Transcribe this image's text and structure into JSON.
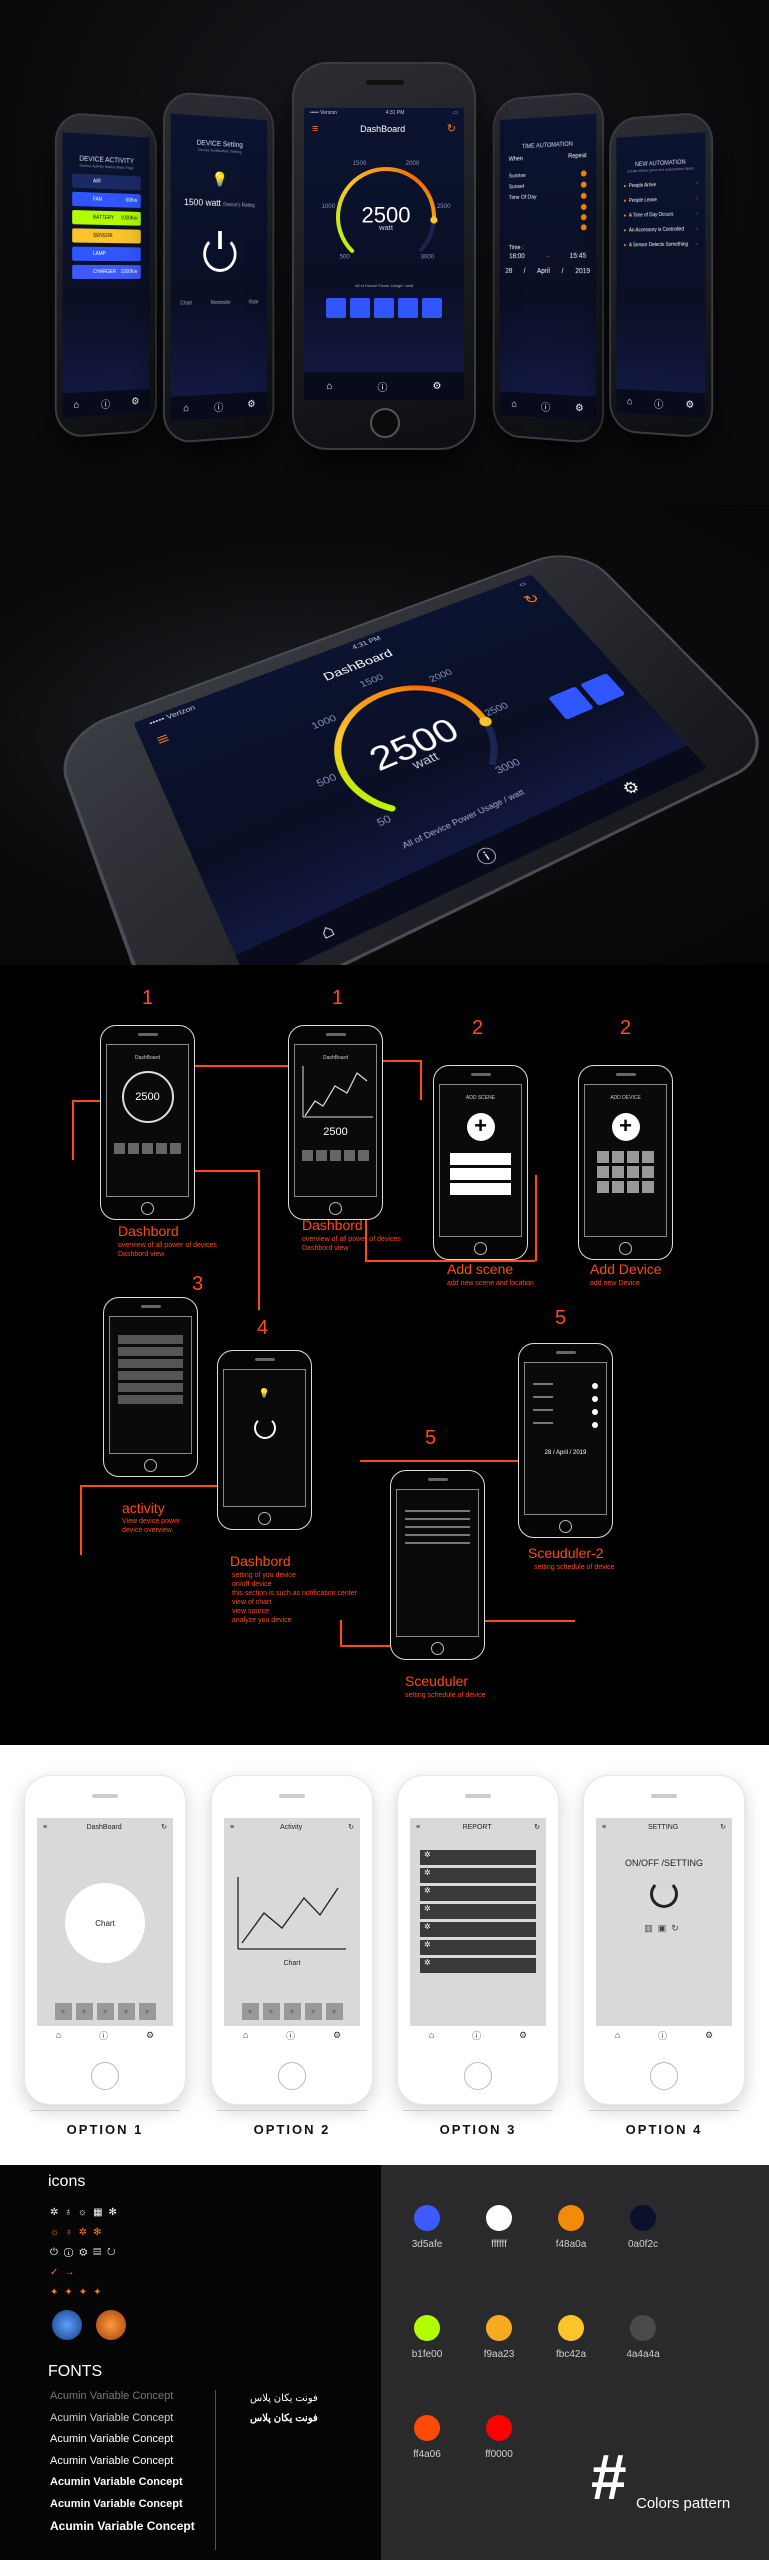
{
  "hero": {
    "status_left": "••••• Verizon",
    "status_time": "4:31 PM",
    "screen_title": "DashBoard",
    "gauge_value": "2500",
    "gauge_unit": "watt",
    "gauge_caption": "All of Device Power Usage / watt",
    "gauge_ticks": [
      "500",
      "1000",
      "1500",
      "2000",
      "2500",
      "3000"
    ],
    "left1": {
      "title": "DEVICE ACTIVITY",
      "subtitle": "Device Activity Status Main Page",
      "rows": [
        "AIR",
        "FAN",
        "BATTERY",
        "SENSOR",
        "LAMP",
        "CHARGER"
      ],
      "values": [
        "",
        "60Kw",
        "1000Kw",
        "",
        "",
        "1500Kw"
      ]
    },
    "left2": {
      "title": "DEVICE Setting",
      "subtitle": "Device Notification Setting",
      "rating": "1500 watt",
      "rating_label": "Device's Rating",
      "icons": [
        "Chart",
        "Reminder",
        "Rate"
      ]
    },
    "right1": {
      "title": "TIME AUTOMATION",
      "col1": "When",
      "col2": "Repeat",
      "items": [
        "Sunrise",
        "Sunset",
        "Time Of Day"
      ],
      "time_label": "Time :",
      "time_from": "18:00",
      "time_to": "15:45",
      "date_day": "28",
      "date_month": "April",
      "date_year": "2019"
    },
    "right2": {
      "title": "NEW AUTOMATION",
      "subtitle": "Create When given the automation items",
      "items": [
        "People Arrive",
        "People Leave",
        "A Time of Day Occurs",
        "An Accessory is Controlled",
        "A Sensor Detects Something"
      ]
    }
  },
  "closeup": {
    "status_left": "••••• Verizon",
    "status_time": "4:31 PM",
    "title": "DashBoard",
    "gauge_value": "2500",
    "gauge_unit": "watt",
    "gauge_caption": "All of Device Power Usage / watt",
    "ticks": [
      "50",
      "500",
      "1000",
      "1500",
      "2000",
      "2500",
      "3000"
    ]
  },
  "flow": {
    "nodes": [
      {
        "num": "1",
        "title": "Dashbord",
        "desc": [
          "overview of all power of devices",
          "Dashbord view"
        ]
      },
      {
        "num": "1",
        "title": "Dashbord",
        "desc": [
          "overview of all power of devices",
          "Dashbord view"
        ]
      },
      {
        "num": "2",
        "title": "Add scene",
        "desc": [
          "add new scene and location"
        ]
      },
      {
        "num": "2",
        "title": "Add Device",
        "desc": [
          "add new Device"
        ]
      },
      {
        "num": "3",
        "title": "activity",
        "desc": [
          "View device power",
          "device overview"
        ]
      },
      {
        "num": "4",
        "title": "Dashbord",
        "desc": [
          "setting of you device",
          "on/off device",
          "this section is such as notification center",
          "view of chart",
          "view source",
          "analyze you device"
        ]
      },
      {
        "num": "5",
        "title": "Sceuduler",
        "desc": [
          "setting schedule of device"
        ]
      },
      {
        "num": "5",
        "title": "Sceuduler-2",
        "desc": [
          "setting schedule of device"
        ]
      }
    ],
    "screen_texts": {
      "gauge": "2500",
      "chart_value": "2500",
      "dashboard": "DashBoard",
      "add_scene": "ADD SCENE",
      "add_device": "ADD DEVICE",
      "date": "28  /  April  /  2019"
    }
  },
  "options": [
    {
      "label": "OPTION 1",
      "title": "DashBoard",
      "body": "Chart"
    },
    {
      "label": "OPTION 2",
      "title": "Activity",
      "body": "Chart"
    },
    {
      "label": "OPTION 3",
      "title": "REPORT",
      "body": ""
    },
    {
      "label": "OPTION 4",
      "title": "SETTING",
      "body": "ON/OFF /SETTING"
    }
  ],
  "styleguide": {
    "icons_title": "icons",
    "fonts_title": "FONTS",
    "fonts": [
      "Acumin Variable Concept",
      "Acumin Variable Concept",
      "Acumin Variable Concept",
      "Acumin Variable Concept",
      "Acumin Variable Concept",
      "Acumin Variable Concept",
      "Acumin Variable Concept"
    ],
    "persian": [
      "فونت یکان پلاس",
      "فونت یکان پلاس"
    ],
    "colors": [
      {
        "hex": "3d5afe",
        "color": "#3d5afe"
      },
      {
        "hex": "ffffff",
        "color": "#ffffff"
      },
      {
        "hex": "f48a0a",
        "color": "#f48a0a"
      },
      {
        "hex": "0a0f2c",
        "color": "#0a0f2c"
      },
      {
        "hex": "b1fe00",
        "color": "#b1fe00"
      },
      {
        "hex": "f9aa23",
        "color": "#f9aa23"
      },
      {
        "hex": "fbc42a",
        "color": "#fbc42a"
      },
      {
        "hex": "4a4a4a",
        "color": "#4a4a4a"
      },
      {
        "hex": "ff4a06",
        "color": "#ff4a06"
      },
      {
        "hex": "ff0000",
        "color": "#ff0000"
      }
    ],
    "hash": "#",
    "colors_title": "Colors pattern"
  }
}
